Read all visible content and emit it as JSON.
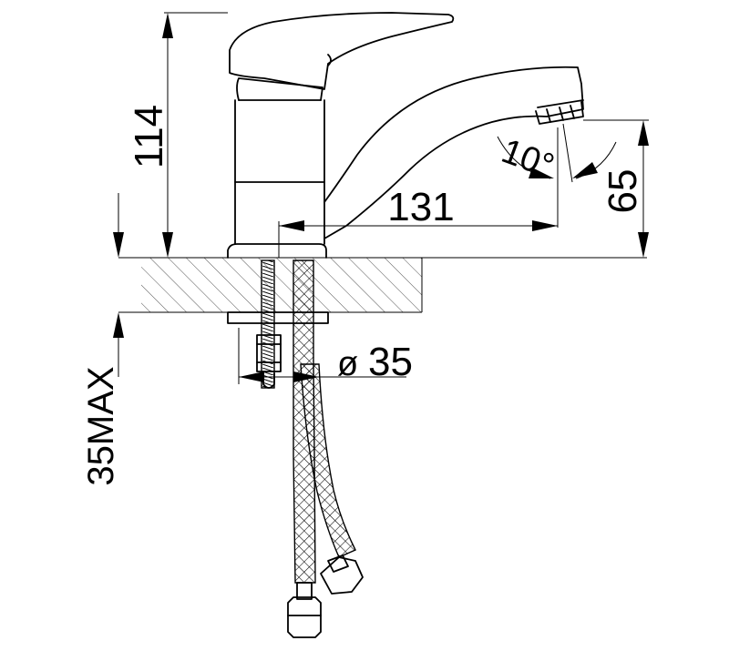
{
  "drawing": {
    "dim_height_total": "114",
    "dim_spout_reach": "131",
    "dim_spout_height": "65",
    "dim_angle": "10°",
    "dim_diameter": "35",
    "dim_diameter_symbol": "ø",
    "dim_max_thickness": "35MAX"
  },
  "colors": {
    "line": "#000000",
    "hatch": "#555555",
    "background": "#ffffff"
  }
}
